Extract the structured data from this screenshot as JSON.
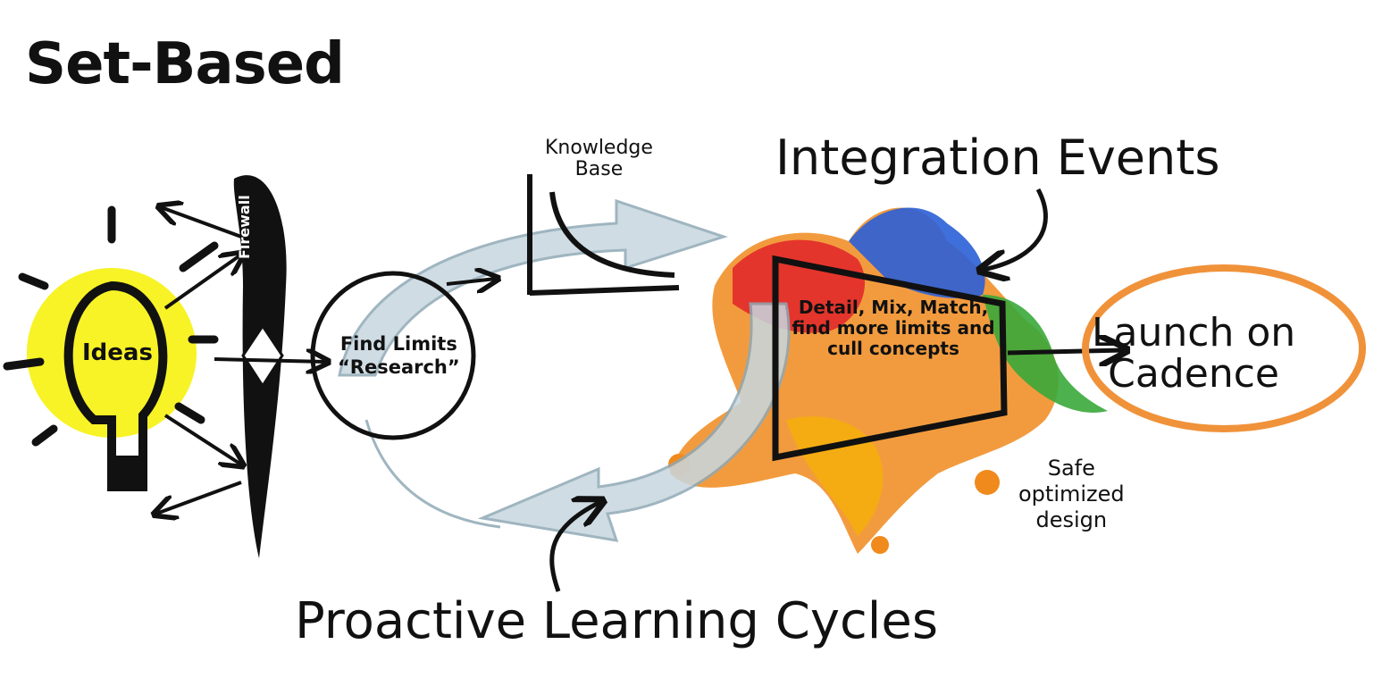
{
  "title": "Set-Based",
  "labels": {
    "ideas": "Ideas",
    "firewall": "Firewall",
    "find_limits_line1": "Find Limits",
    "find_limits_line2": "“Research”",
    "knowledge_line1": "Knowledge",
    "knowledge_line2": "Base",
    "integration_events": "Integration Events",
    "detail_text": "Detail, Mix, Match, find more limits and cull concepts",
    "launch_line1": "Launch on",
    "launch_line2": "Cadence",
    "safe_line1": "Safe",
    "safe_line2": "optimized",
    "safe_line3": "design",
    "proactive": "Proactive Learning Cycles"
  },
  "colors": {
    "bulb": "#f7f21a",
    "cycle_arrow": "#a9c0cc",
    "launch_circle": "#f0923a",
    "ink": "#111111",
    "splash_red": "#e22a2a",
    "splash_blue": "#2a5fd6",
    "splash_green": "#3aa83a",
    "splash_orange": "#f08a1c"
  }
}
